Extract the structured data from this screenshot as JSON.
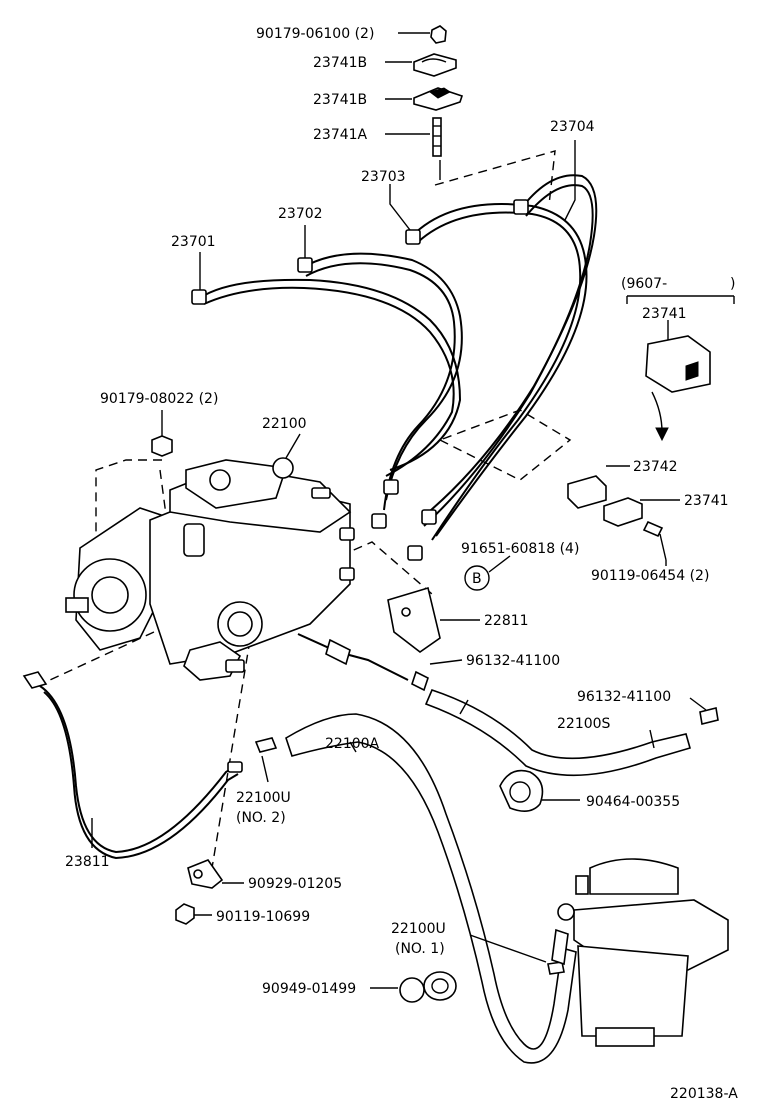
{
  "labels": {
    "p_90179_06100": "90179-06100 (2)",
    "p_23741B_1": "23741B",
    "p_23741B_2": "23741B",
    "p_23741A": "23741A",
    "p_23704": "23704",
    "p_23703": "23703",
    "p_23702": "23702",
    "p_23701": "23701",
    "p_9607": "(9607-",
    "p_9607_close": ")",
    "p_23741_top": "23741",
    "p_90179_08022": "90179-08022 (2)",
    "p_22100": "22100",
    "p_23742": "23742",
    "p_23741_mid": "23741",
    "p_91651": "91651-60818 (4)",
    "p_B": "B",
    "p_90119_06454": "90119-06454 (2)",
    "p_22811": "22811",
    "p_96132_a": "96132-41100",
    "p_96132_b": "96132-41100",
    "p_22100S": "22100S",
    "p_22100A": "22100A",
    "p_22100U_2": "22100U",
    "p_no2": "(NO. 2)",
    "p_90464": "90464-00355",
    "p_23811": "23811",
    "p_90929": "90929-01205",
    "p_90119_10699": "90119-10699",
    "p_22100U_1": "22100U",
    "p_no1": "(NO. 1)",
    "p_90949": "90949-01499",
    "diagram_code": "220138-A"
  }
}
